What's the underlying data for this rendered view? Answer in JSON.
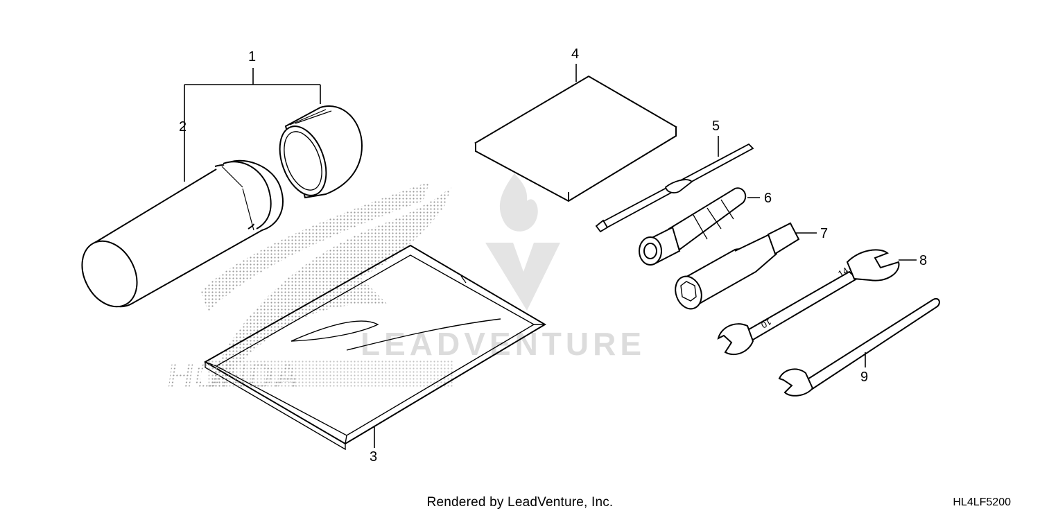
{
  "diagram": {
    "callouts": [
      {
        "id": "1",
        "label": "1"
      },
      {
        "id": "2",
        "label": "2"
      },
      {
        "id": "3",
        "label": "3"
      },
      {
        "id": "4",
        "label": "4"
      },
      {
        "id": "5",
        "label": "5"
      },
      {
        "id": "6",
        "label": "6"
      },
      {
        "id": "7",
        "label": "7"
      },
      {
        "id": "8",
        "label": "8"
      },
      {
        "id": "9",
        "label": "9"
      }
    ],
    "wrench_markings": [
      "14",
      "10"
    ]
  },
  "watermark": {
    "text": "LEADVENTURE",
    "brand_text": "HONDA"
  },
  "footer": {
    "credit": "Rendered by LeadVenture, Inc.",
    "diagram_code": "HL4LF5200"
  },
  "colors": {
    "line": "#000000",
    "background": "#ffffff",
    "watermark": "#d8d8d8"
  }
}
